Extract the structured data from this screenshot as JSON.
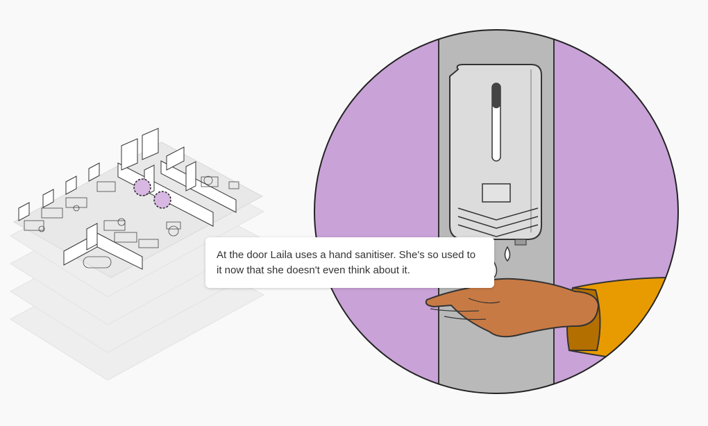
{
  "caption": {
    "text": "At the door Laila uses a hand sanitiser. She's so used to it now that she doesn't even think about it."
  },
  "colors": {
    "background": "#f9f9f9",
    "wall_purple": "#c9a2d8",
    "door_frame": "#b9b9b9",
    "dispenser": "#dcdcdc",
    "skin": "#c87a44",
    "sleeve": "#e89b00",
    "highlight_marker": "#d8b7e3"
  },
  "icons": {
    "floor_plan": "office-floor-plan-illustration",
    "scene": "hand-sanitiser-dispenser-illustration"
  }
}
